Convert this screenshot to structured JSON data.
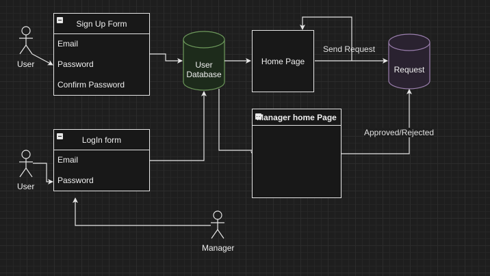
{
  "actors": {
    "user_top": "User",
    "user_bottom": "User",
    "manager": "Manager"
  },
  "signup_form": {
    "title": "Sign Up Form",
    "fields": [
      "Email",
      "Password",
      "Confirm Password"
    ]
  },
  "login_form": {
    "title": "LogIn form",
    "fields": [
      "Email",
      "Password"
    ]
  },
  "user_database": {
    "line1": "User",
    "line2": "Database"
  },
  "home_page": {
    "label": "Home Page"
  },
  "manager_home_page": {
    "title": "Manager home Page"
  },
  "request_store": {
    "label": "Request"
  },
  "edges": {
    "send_request": "Send Request",
    "approved_rejected": "Approved/Rejected"
  },
  "colors": {
    "background": "#1e1e1e",
    "database_fill": "#1d2b1b",
    "database_stroke": "#6e9a5c",
    "request_fill": "#2a2230",
    "request_stroke": "#9b7fae",
    "stroke": "#e6e6e6"
  }
}
